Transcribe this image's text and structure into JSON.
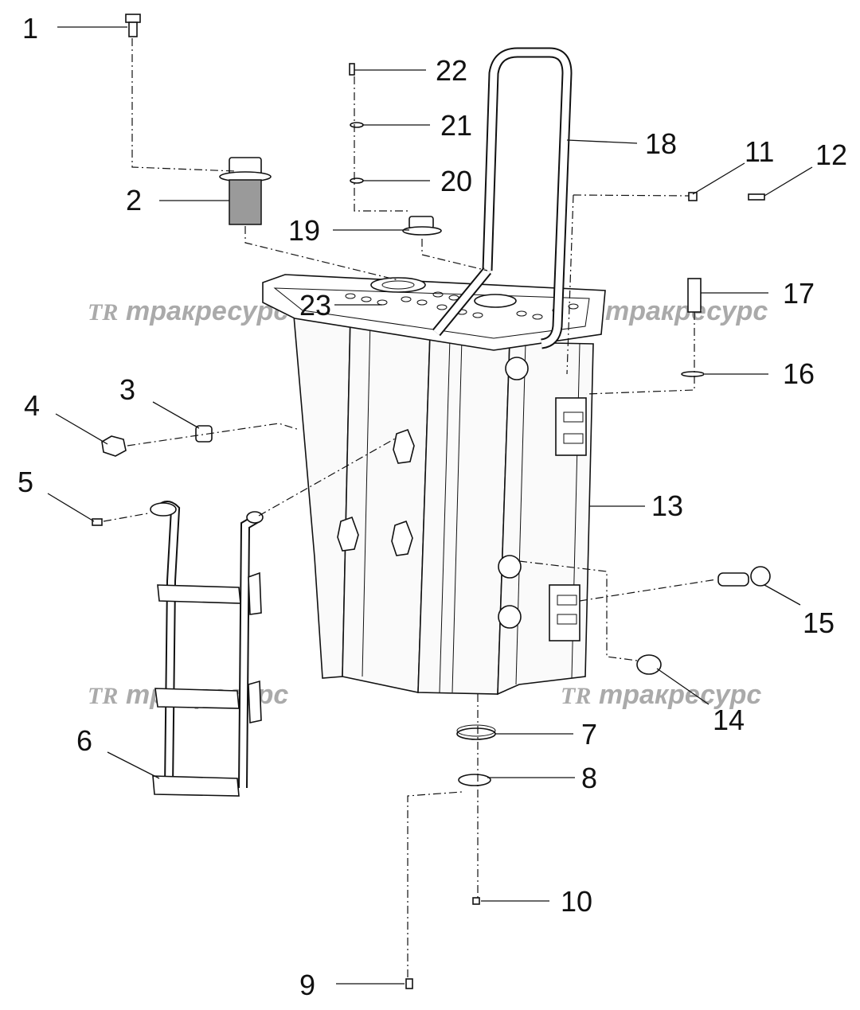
{
  "watermark": {
    "logo": "TR",
    "text": "тракресурс"
  },
  "callouts": [
    {
      "id": "1",
      "label": "1"
    },
    {
      "id": "2",
      "label": "2"
    },
    {
      "id": "3",
      "label": "3"
    },
    {
      "id": "4",
      "label": "4"
    },
    {
      "id": "5",
      "label": "5"
    },
    {
      "id": "6",
      "label": "6"
    },
    {
      "id": "7",
      "label": "7"
    },
    {
      "id": "8",
      "label": "8"
    },
    {
      "id": "9",
      "label": "9"
    },
    {
      "id": "10",
      "label": "10"
    },
    {
      "id": "11",
      "label": "11"
    },
    {
      "id": "12",
      "label": "12"
    },
    {
      "id": "13",
      "label": "13"
    },
    {
      "id": "14",
      "label": "14"
    },
    {
      "id": "15",
      "label": "15"
    },
    {
      "id": "16",
      "label": "16"
    },
    {
      "id": "17",
      "label": "17"
    },
    {
      "id": "18",
      "label": "18"
    },
    {
      "id": "19",
      "label": "19"
    },
    {
      "id": "20",
      "label": "20"
    },
    {
      "id": "21",
      "label": "21"
    },
    {
      "id": "22",
      "label": "22"
    },
    {
      "id": "23",
      "label": "23"
    }
  ]
}
